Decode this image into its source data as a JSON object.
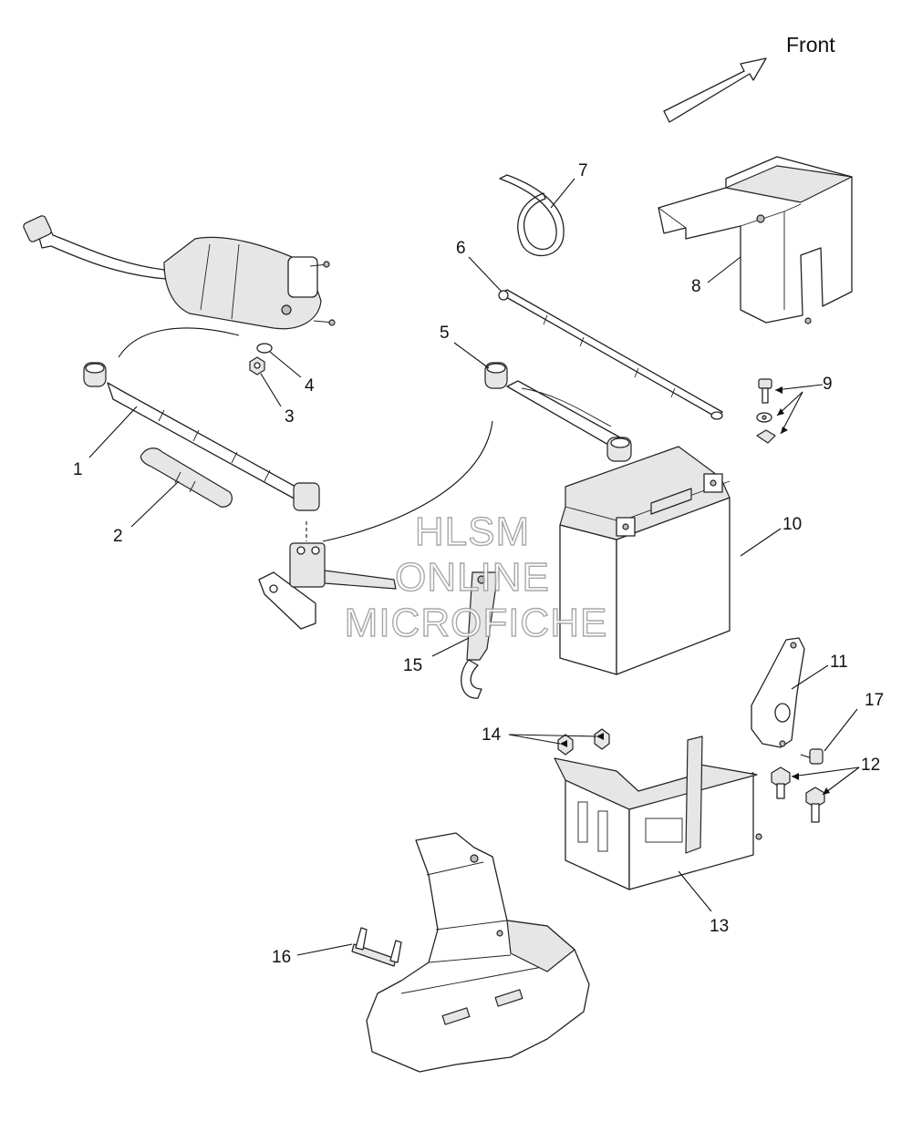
{
  "orientation": {
    "label": "Front"
  },
  "callouts": [
    "1",
    "2",
    "3",
    "4",
    "5",
    "6",
    "7",
    "8",
    "9",
    "10",
    "11",
    "12",
    "13",
    "14",
    "15",
    "16",
    "17"
  ],
  "watermark": {
    "line1": "HLSM",
    "line2": "ONLINE",
    "line3": "MICROFICHE"
  }
}
